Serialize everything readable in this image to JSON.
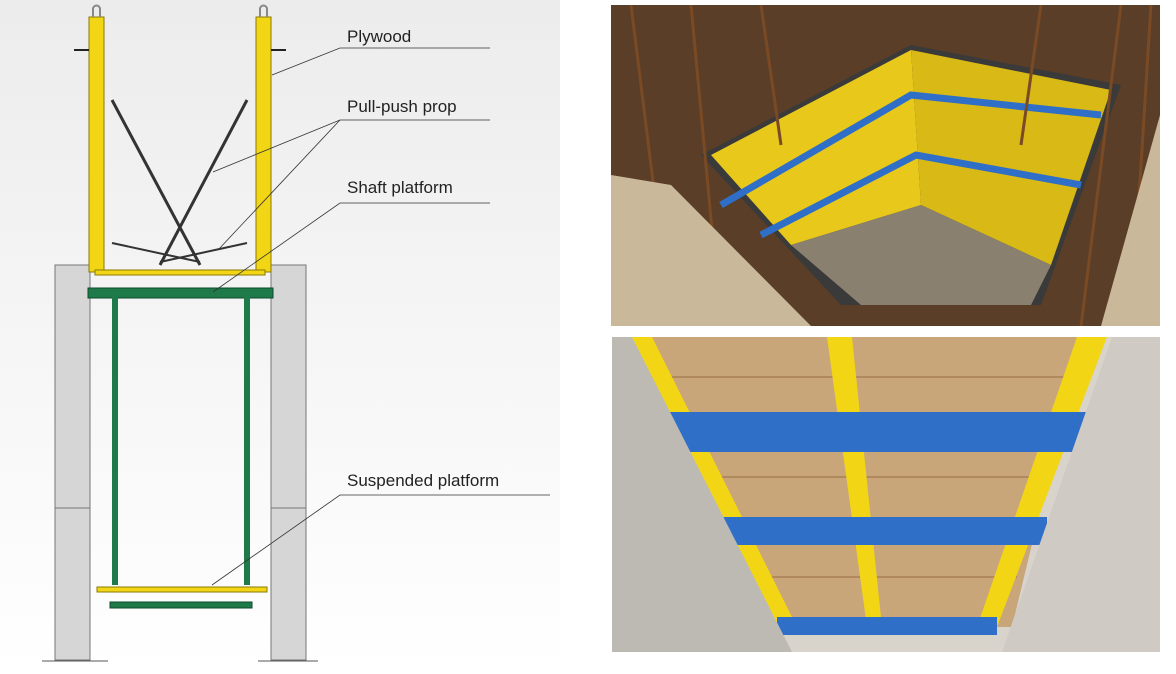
{
  "labels": {
    "plywood": "Plywood",
    "pull_push_prop": "Pull-push prop",
    "shaft_platform": "Shaft platform",
    "suspended_platform": "Suspended platform"
  },
  "colors": {
    "formwork_yellow": "#f2d616",
    "platform_green": "#1f7a4a",
    "concrete_gray": "#d6d6d6",
    "beam_blue": "#2f6fc8"
  }
}
